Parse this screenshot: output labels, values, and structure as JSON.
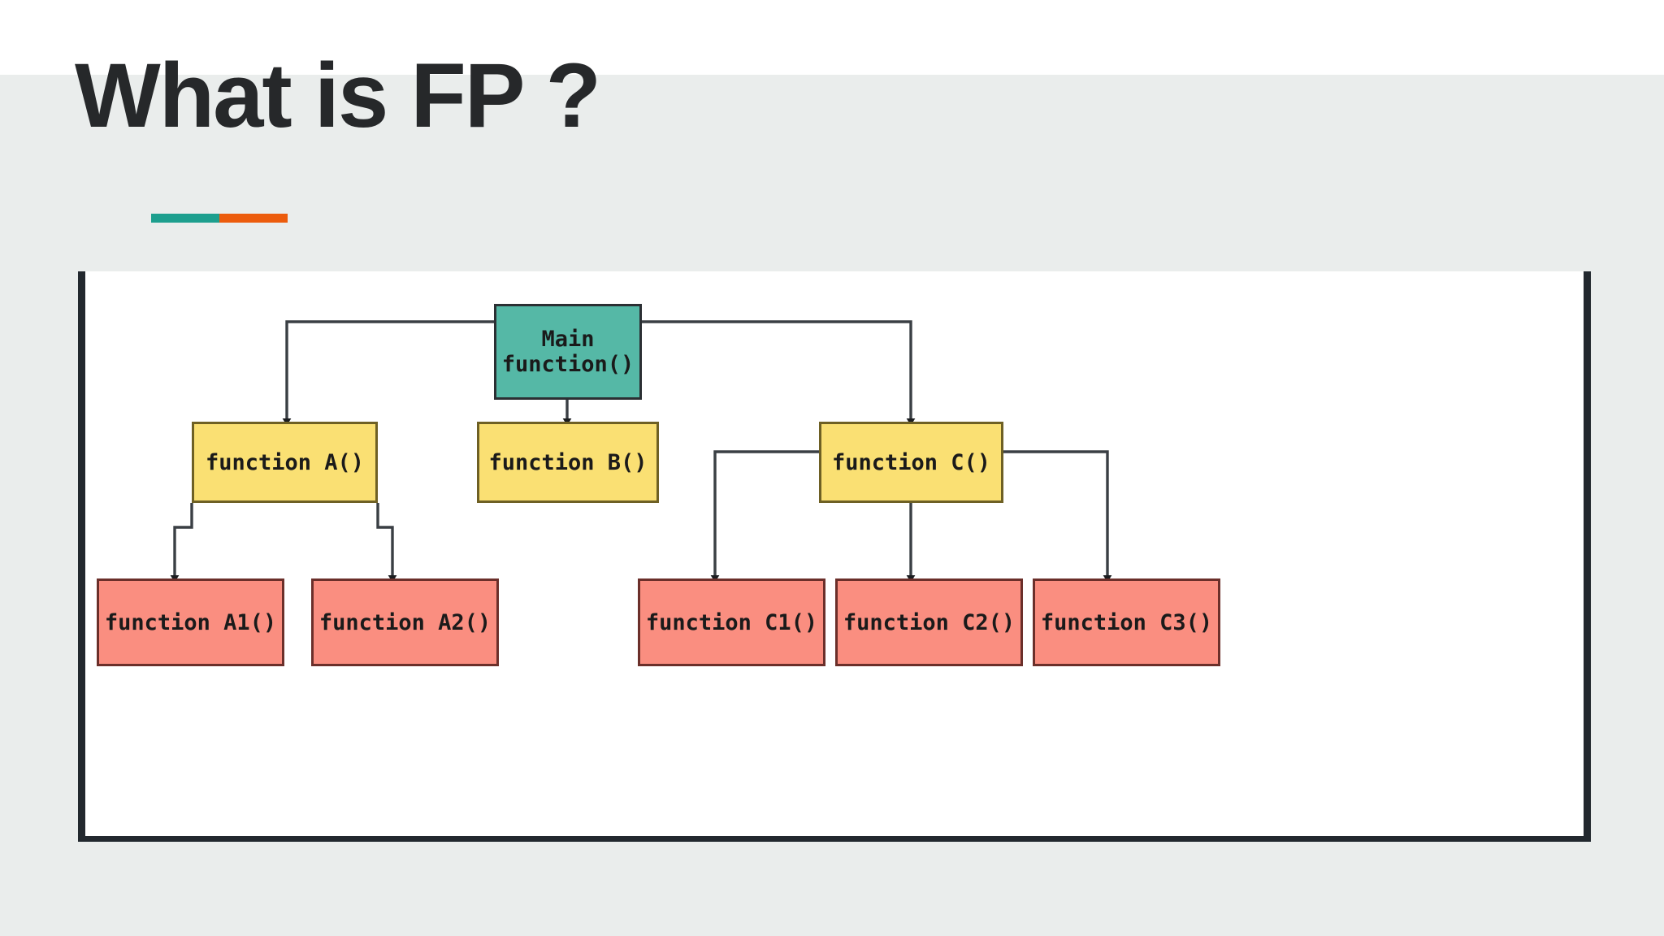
{
  "slide": {
    "title": "What is FP ?",
    "accent": {
      "left_color": "#1d9f8e",
      "right_color": "#ec5c0d"
    },
    "background_color": "#eaedec",
    "frame_border_color": "#22282e"
  },
  "diagram": {
    "type": "call-tree",
    "description": "Function call hierarchy diagram",
    "palette": {
      "root_fill": "#55b8a6",
      "root_border": "#2b2f33",
      "mid_fill": "#fae073",
      "mid_border": "#6e6024",
      "leaf_fill": "#fa8e80",
      "leaf_border": "#6b2f2a",
      "wire_color": "#3a3f44"
    },
    "nodes": [
      {
        "id": "main",
        "label": "Main\nfunction()",
        "level": 0,
        "kind": "root"
      },
      {
        "id": "a",
        "label": "function A()",
        "level": 1,
        "kind": "mid"
      },
      {
        "id": "b",
        "label": "function B()",
        "level": 1,
        "kind": "mid"
      },
      {
        "id": "c",
        "label": "function C()",
        "level": 1,
        "kind": "mid"
      },
      {
        "id": "a1",
        "label": "function A1()",
        "level": 2,
        "kind": "leaf"
      },
      {
        "id": "a2",
        "label": "function A2()",
        "level": 2,
        "kind": "leaf"
      },
      {
        "id": "c1",
        "label": "function C1()",
        "level": 2,
        "kind": "leaf"
      },
      {
        "id": "c2",
        "label": "function C2()",
        "level": 2,
        "kind": "leaf"
      },
      {
        "id": "c3",
        "label": "function C3()",
        "level": 2,
        "kind": "leaf"
      }
    ],
    "edges": [
      {
        "from": "main",
        "to": "a"
      },
      {
        "from": "main",
        "to": "b"
      },
      {
        "from": "main",
        "to": "c"
      },
      {
        "from": "a",
        "to": "a1"
      },
      {
        "from": "a",
        "to": "a2"
      },
      {
        "from": "c",
        "to": "c1"
      },
      {
        "from": "c",
        "to": "c2"
      },
      {
        "from": "c",
        "to": "c3"
      }
    ]
  }
}
